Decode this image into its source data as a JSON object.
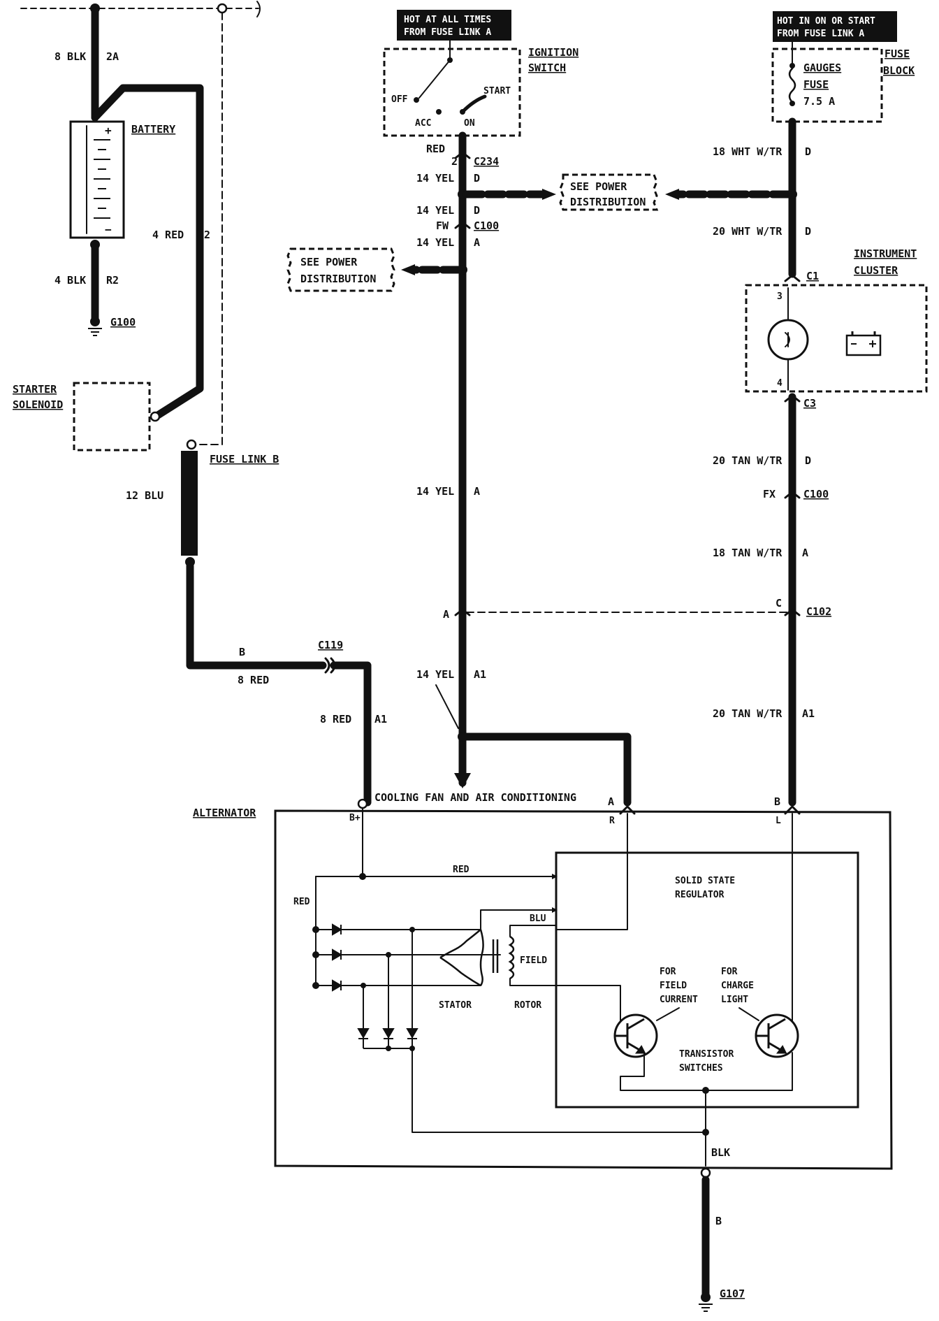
{
  "battery": {
    "label": "BATTERY",
    "top_wire": "8 BLK",
    "top_circuit": "2A",
    "bottom_wire": "4 BLK",
    "bottom_circuit": "R2",
    "ground": "G100",
    "plus": "+",
    "minus": "−",
    "side_wire": "4 RED",
    "side_circuit": "2"
  },
  "starter": {
    "line1": "STARTER",
    "line2": "SOLENOID"
  },
  "fuse_link_b": {
    "label": "FUSE LINK B",
    "wire": "12 BLU"
  },
  "c119": {
    "connector": "C119",
    "circuit": "B",
    "wire_horizontal": "8 RED",
    "wire_vertical": "8 RED",
    "circuit_vertical": "A1"
  },
  "ignition": {
    "hot_line1": "HOT AT ALL TIMES",
    "hot_line2": "FROM FUSE LINK A",
    "switch_line1": "IGNITION",
    "switch_line2": "SWITCH",
    "off": "OFF",
    "acc": "ACC",
    "on": "ON",
    "start": "START",
    "red": "RED",
    "c234_pin": "2",
    "c234": "C234",
    "yel1": "14 YEL",
    "yel1_circuit": "D",
    "yel2": "14 YEL",
    "yel2_circuit": "D",
    "fw": "FW",
    "c100": "C100",
    "yel3": "14 YEL",
    "yel3_circuit": "A",
    "yel4": "14 YEL",
    "yel4_circuit": "A",
    "c102_pin": "A",
    "yel5": "14 YEL",
    "yel5_circuit": "A1"
  },
  "power_dist_left": {
    "line1": "SEE POWER",
    "line2": "DISTRIBUTION"
  },
  "power_dist_right": {
    "line1": "SEE POWER",
    "line2": "DISTRIBUTION"
  },
  "gauges": {
    "hot_line1": "HOT IN ON OR START",
    "hot_line2": "FROM FUSE LINK A",
    "fuse_line1": "GAUGES",
    "fuse_line2": "FUSE",
    "rating": "7.5 A",
    "block_line1": "FUSE",
    "block_line2": "BLOCK",
    "wht1": "18 WHT W/TR",
    "wht1_circuit": "D",
    "wht2": "20 WHT W/TR",
    "wht2_circuit": "D",
    "c1": "C1",
    "pin3": "3",
    "pin4": "4",
    "c3": "C3",
    "tan1": "20 TAN W/TR",
    "tan1_circuit": "D",
    "fx": "FX",
    "c100": "C100",
    "tan2": "18 TAN W/TR",
    "tan2_circuit": "A",
    "c102_pin": "C",
    "c102": "C102",
    "tan3": "20 TAN W/TR",
    "tan3_circuit": "A1"
  },
  "cluster": {
    "line1": "INSTRUMENT",
    "line2": "CLUSTER"
  },
  "alternator": {
    "label": "ALTERNATOR",
    "cooling": "COOLING FAN AND AIR CONDITIONING",
    "b_plus": "B+",
    "pin_a": "A",
    "pin_r": "R",
    "pin_b": "B",
    "pin_l": "L",
    "red1": "RED",
    "red2": "RED",
    "blu": "BLU",
    "field": "FIELD",
    "stator": "STATOR",
    "rotor": "ROTOR",
    "reg_line1": "SOLID STATE",
    "reg_line2": "REGULATOR",
    "fc1": "FOR",
    "fc2": "FIELD",
    "fc3": "CURRENT",
    "cl1": "FOR",
    "cl2": "CHARGE",
    "cl3": "LIGHT",
    "ts1": "TRANSISTOR",
    "ts2": "SWITCHES",
    "blk": "BLK",
    "ground_circuit": "B",
    "ground": "G107"
  }
}
